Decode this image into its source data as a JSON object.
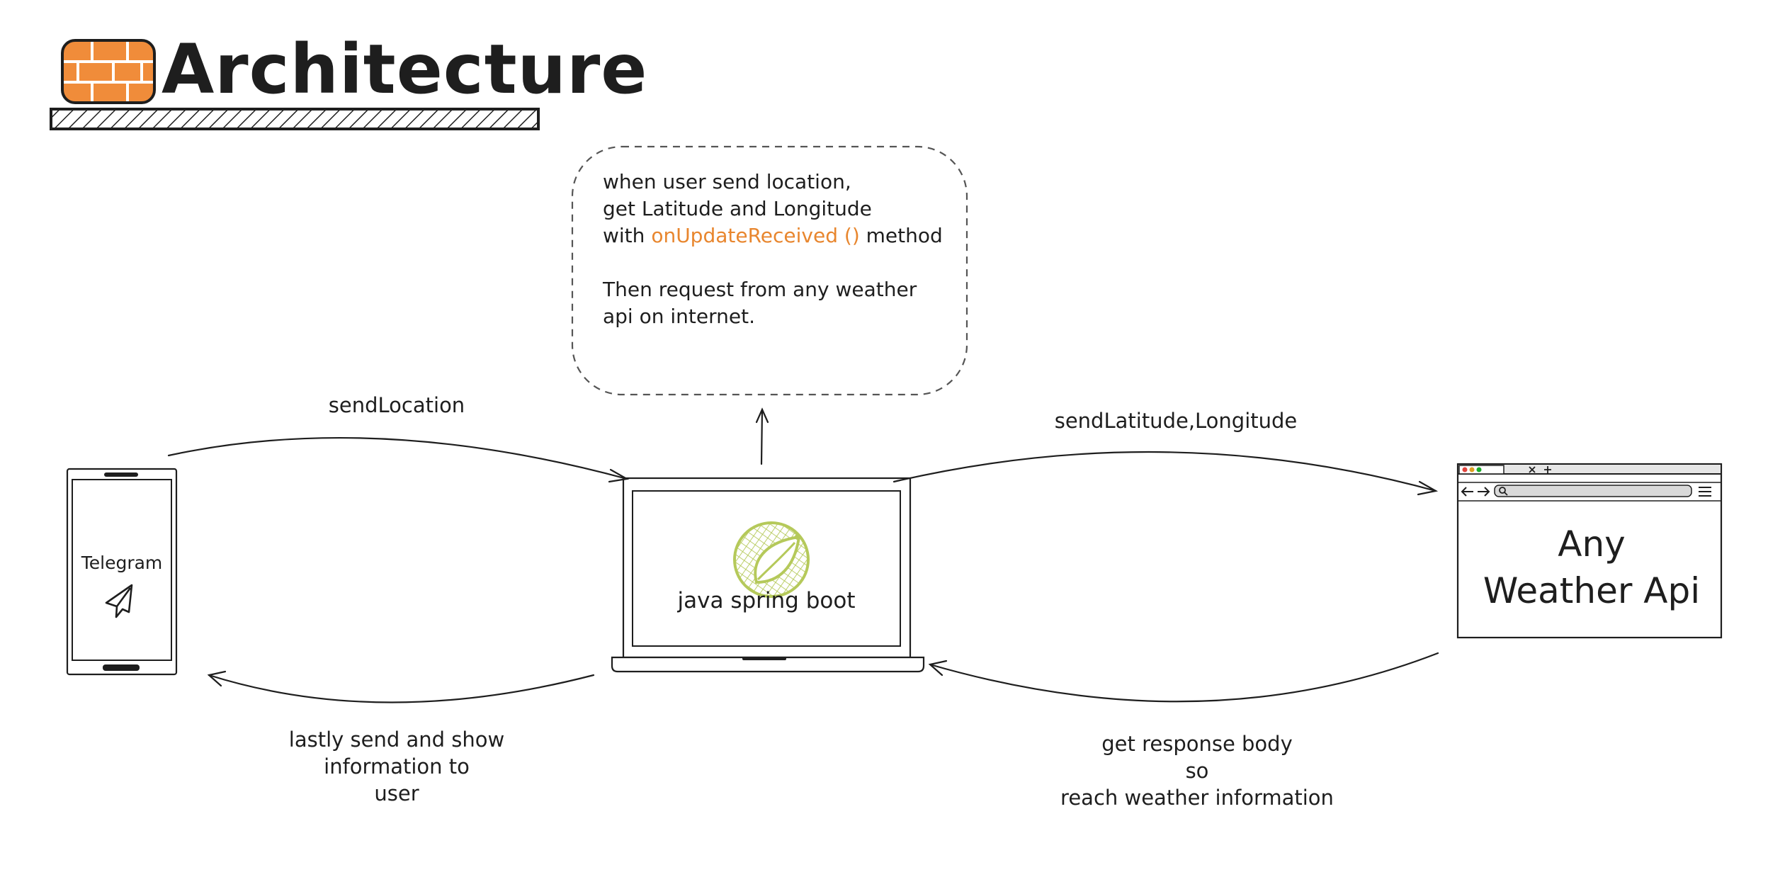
{
  "title": "Architecture",
  "nodes": {
    "telegram": {
      "label": "Telegram"
    },
    "server": {
      "label": "java spring boot"
    },
    "weather": {
      "line1": "Any",
      "line2": "Weather Api"
    }
  },
  "note": {
    "line1": "when user send location,",
    "line2": "get Latitude and Longitude",
    "line3_prefix": "with ",
    "method": "onUpdateReceived ()",
    "line3_suffix": " method",
    "line4": "Then request from any weather",
    "line5": "api on internet."
  },
  "edges": {
    "send_location": "sendLocation",
    "send_lat_long": "sendLatitude,Longitude",
    "response": {
      "line1": "get response body",
      "line2": "so",
      "line3": "reach weather information"
    },
    "lastly": {
      "line1": "lastly send and show",
      "line2": "information to",
      "line3": "user"
    }
  },
  "colors": {
    "ink": "#1e1e1e",
    "brick": "#f08c3a",
    "method": "#e8862e",
    "spring": "#b5c95a"
  }
}
